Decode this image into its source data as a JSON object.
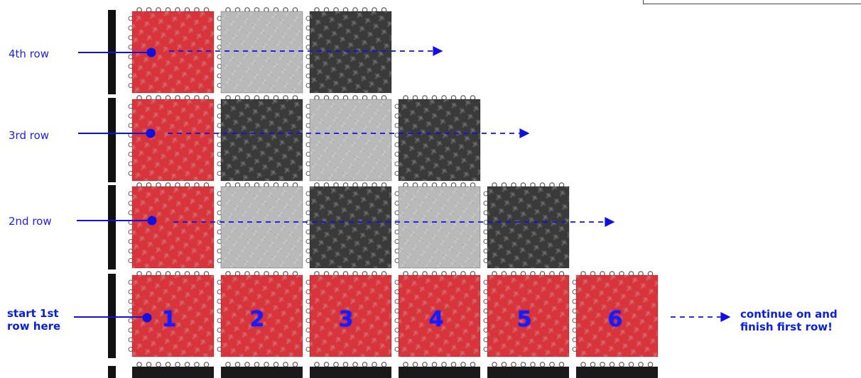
{
  "rows": {
    "row4": {
      "label": "4th row",
      "tiles": [
        "red",
        "light",
        "dark"
      ]
    },
    "row3": {
      "label": "3rd row",
      "tiles": [
        "red",
        "dark",
        "light",
        "dark"
      ]
    },
    "row2": {
      "label": "2nd row",
      "tiles": [
        "red",
        "light",
        "dark",
        "light",
        "dark"
      ]
    },
    "row1": {
      "label_line1": "start 1st",
      "label_line2": "row here",
      "tiles": [
        "red",
        "red",
        "red",
        "red",
        "red",
        "red"
      ],
      "numbers": [
        "1",
        "2",
        "3",
        "4",
        "5",
        "6"
      ]
    }
  },
  "continue": {
    "line1": "continue on and",
    "line2": "finish first row!"
  },
  "colors": {
    "red": "#d8343c",
    "light": "#b9b9b9",
    "dark": "#3a3a3a",
    "edge": "#111111",
    "arrow": "#1010e0",
    "label": "#1e1ee6"
  }
}
